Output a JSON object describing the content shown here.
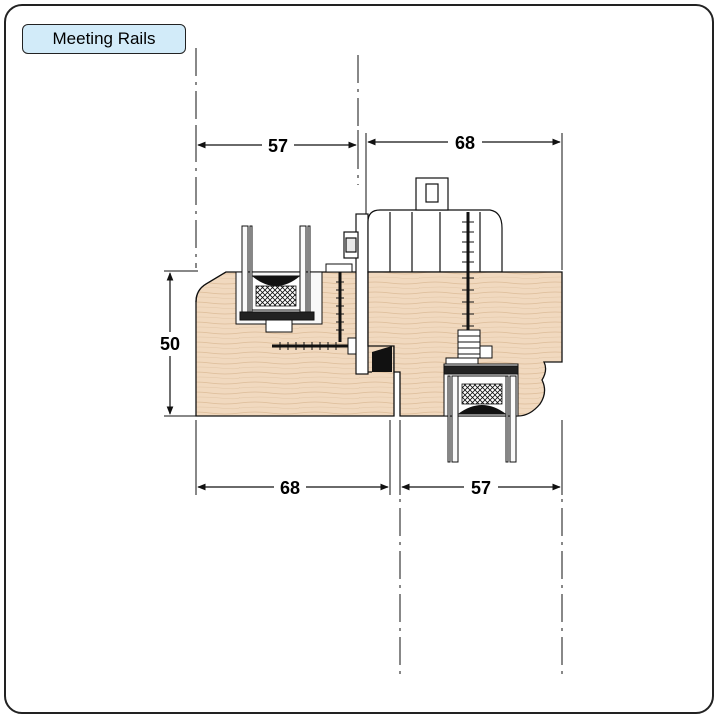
{
  "title": "Meeting Rails",
  "dimensions": {
    "top_left_width": "57",
    "top_right_width": "68",
    "height": "50",
    "bottom_left_width": "68",
    "bottom_right_width": "57"
  },
  "colors": {
    "wood": "#f1d9bf",
    "wood_grain": "#d9b48e",
    "label_bg": "#d2ebf9",
    "line": "#111111",
    "seal": "#1a1a1a"
  }
}
